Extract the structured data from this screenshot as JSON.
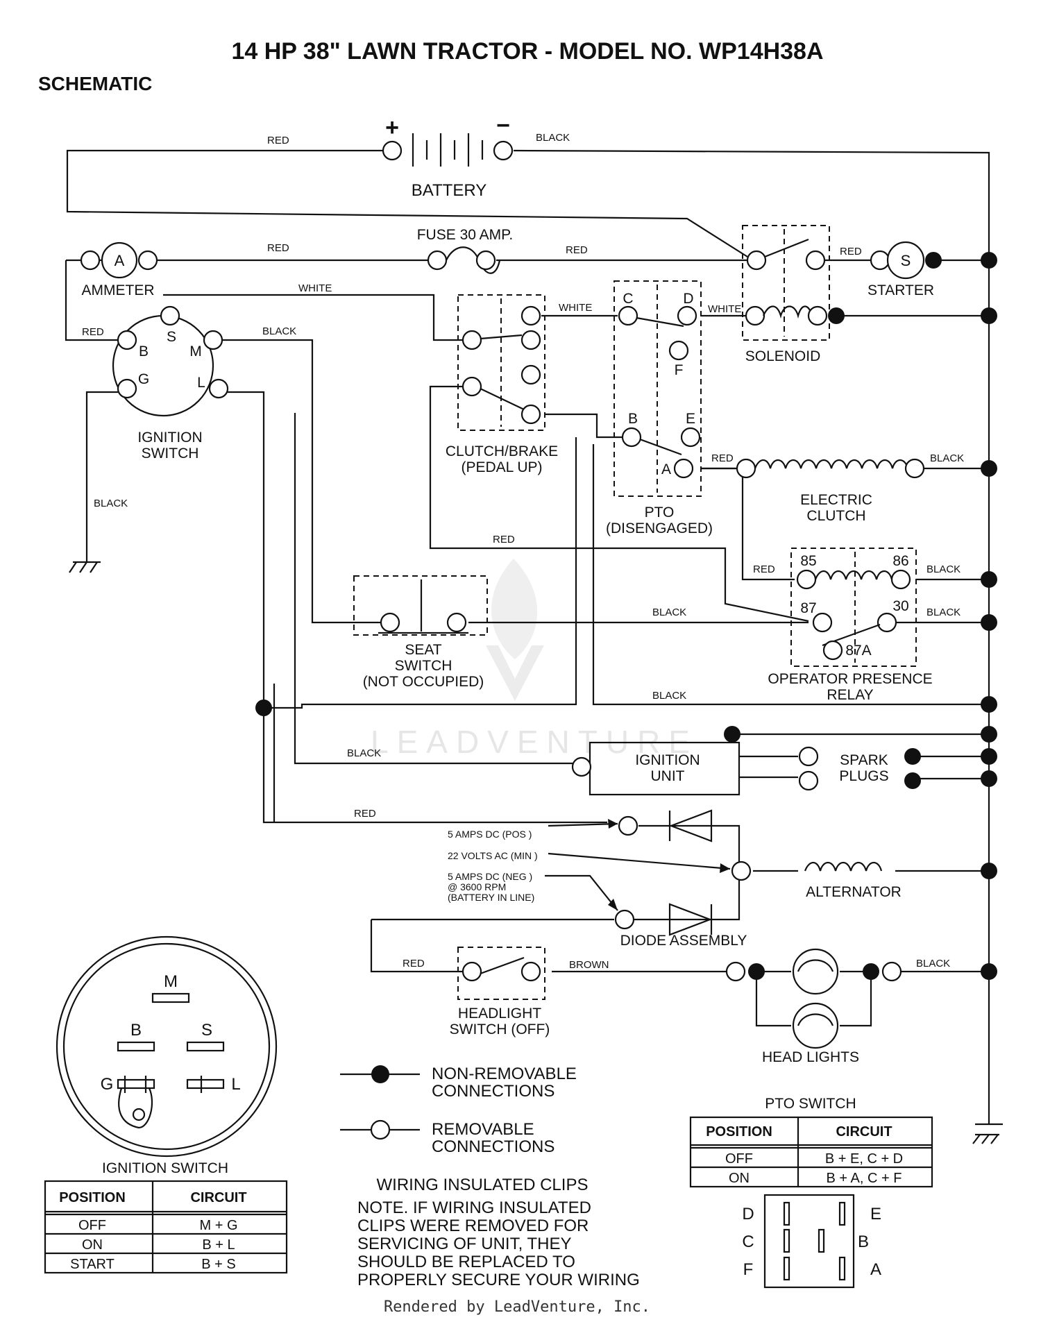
{
  "title": "14 HP 38\" LAWN TRACTOR - MODEL NO. WP14H38A",
  "subtitle": "SCHEMATIC",
  "components": {
    "battery": "BATTERY",
    "battery_pos": "+",
    "battery_neg": "−",
    "fuse": "FUSE 30 AMP.",
    "ammeter": "AMMETER",
    "ammeter_symbol": "A",
    "starter": "STARTER",
    "starter_symbol": "S",
    "solenoid": "SOLENOID",
    "ignition_switch_1": "IGNITION",
    "ignition_switch_2": "SWITCH",
    "clutch_brake_1": "CLUTCH/BRAKE",
    "clutch_brake_2": "(PEDAL UP)",
    "pto_1": "PTO",
    "pto_2": "(DISENGAGED)",
    "electric_clutch_1": "ELECTRIC",
    "electric_clutch_2": "CLUTCH",
    "seat_switch_1": "SEAT",
    "seat_switch_2": "SWITCH",
    "seat_switch_3": "(NOT OCCUPIED)",
    "relay_1": "OPERATOR PRESENCE",
    "relay_2": "RELAY",
    "ignition_unit_1": "IGNITION",
    "ignition_unit_2": "UNIT",
    "spark_plugs_1": "SPARK",
    "spark_plugs_2": "PLUGS",
    "alternator": "ALTERNATOR",
    "diode_assembly": "DIODE ASSEMBLY",
    "headlight_switch_1": "HEADLIGHT",
    "headlight_switch_2": "SWITCH (OFF)",
    "head_lights": "HEAD LIGHTS"
  },
  "terminals": {
    "ign_s": "S",
    "ign_b": "B",
    "ign_m": "M",
    "ign_g": "G",
    "ign_l": "L",
    "pto_c": "C",
    "pto_d": "D",
    "pto_f": "F",
    "pto_b": "B",
    "pto_e": "E",
    "pto_a": "A",
    "relay_85": "85",
    "relay_86": "86",
    "relay_87": "87",
    "relay_30": "30",
    "relay_87a": "87A"
  },
  "wire_colors": {
    "red": "RED",
    "black": "BLACK",
    "white": "WHITE",
    "brown": "BROWN"
  },
  "alternator_notes": {
    "pos": "5 AMPS DC (POS )",
    "min": "22 VOLTS AC (MIN )",
    "neg_1": "5 AMPS DC (NEG )",
    "neg_2": "@ 3600 RPM",
    "neg_3": "(BATTERY IN LINE)"
  },
  "legend": {
    "non_removable_1": "NON-REMOVABLE",
    "non_removable_2": "CONNECTIONS",
    "removable_1": "REMOVABLE",
    "removable_2": "CONNECTIONS"
  },
  "note": {
    "heading": "WIRING INSULATED CLIPS",
    "line_1": "NOTE. IF WIRING INSULATED",
    "line_2": "CLIPS WERE REMOVED FOR",
    "line_3": "SERVICING OF UNIT, THEY",
    "line_4": "SHOULD BE REPLACED TO",
    "line_5": "PROPERLY SECURE YOUR WIRING"
  },
  "ignition_detail": {
    "m": "M",
    "b": "B",
    "s": "S",
    "g": "G",
    "l": "L"
  },
  "ignition_table": {
    "caption": "IGNITION SWITCH",
    "headers": [
      "POSITION",
      "CIRCUIT"
    ],
    "rows": [
      [
        "OFF",
        "M + G"
      ],
      [
        "ON",
        "B + L"
      ],
      [
        "START",
        "B + S"
      ]
    ]
  },
  "pto_table": {
    "caption": "PTO SWITCH",
    "headers": [
      "POSITION",
      "CIRCUIT"
    ],
    "rows": [
      [
        "OFF",
        "B + E, C + D"
      ],
      [
        "ON",
        "B + A, C + F"
      ]
    ]
  },
  "pto_detail": {
    "d": "D",
    "c": "C",
    "f": "F",
    "e": "E",
    "b": "B",
    "a": "A"
  },
  "watermark": "LEADVENTURE",
  "footer": "Rendered by LeadVenture, Inc.",
  "colors": {
    "ink": "#111111",
    "background": "#ffffff",
    "watermark": "#e4e4e4"
  }
}
